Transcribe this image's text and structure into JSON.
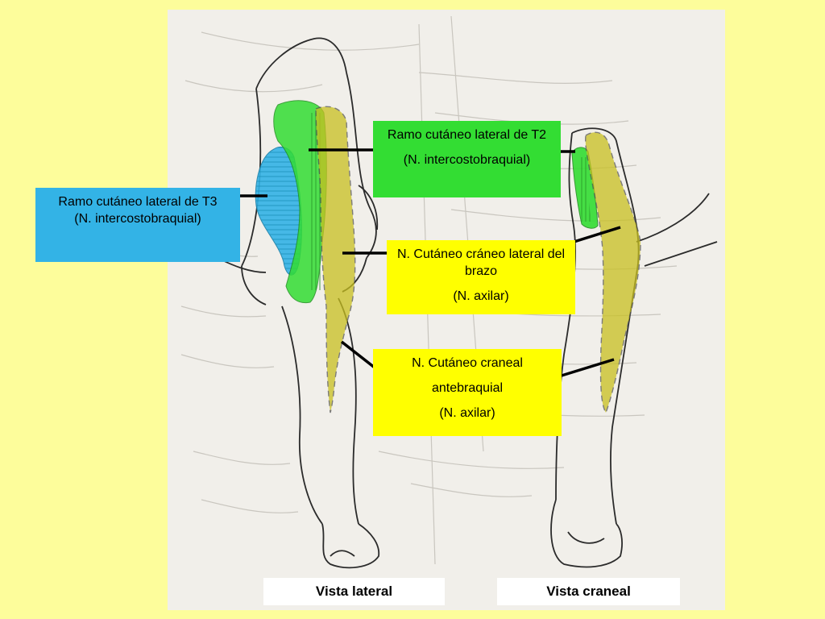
{
  "labels": {
    "t3": {
      "line1": "Ramo cutáneo lateral de T3",
      "line2": "(N. intercostobraquial)"
    },
    "t2": {
      "line1": "Ramo cutáneo lateral de T2",
      "line2": "(N. intercostobraquial)"
    },
    "axilar_brazo": {
      "line1": "N. Cutáneo cráneo lateral del brazo",
      "line2": "(N. axilar)"
    },
    "axilar_antebrazo": {
      "line1": "N. Cutáneo craneal",
      "line2": "antebraquial",
      "line3": "(N. axilar)"
    }
  },
  "captions": {
    "lateral": "Vista lateral",
    "craneal": "Vista craneal"
  },
  "colors": {
    "page_background": "#fdfd9b",
    "t3_region": "#33b3e6",
    "t2_region": "#33dd33",
    "axilar_region": "#ffff00"
  }
}
